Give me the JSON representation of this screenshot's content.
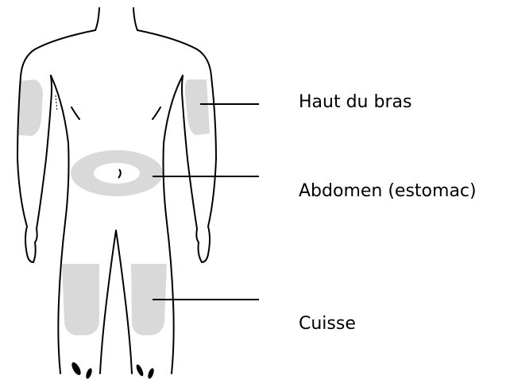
{
  "diagram": {
    "regions": [
      {
        "id": "upper_arm",
        "label": "Haut du bras"
      },
      {
        "id": "abdomen",
        "label": "Abdomen (estomac)"
      },
      {
        "id": "thigh",
        "label": "Cuisse"
      }
    ]
  },
  "colors": {
    "outline": "#000000",
    "injection_zone": "#d9d9d9",
    "background": "#ffffff"
  }
}
